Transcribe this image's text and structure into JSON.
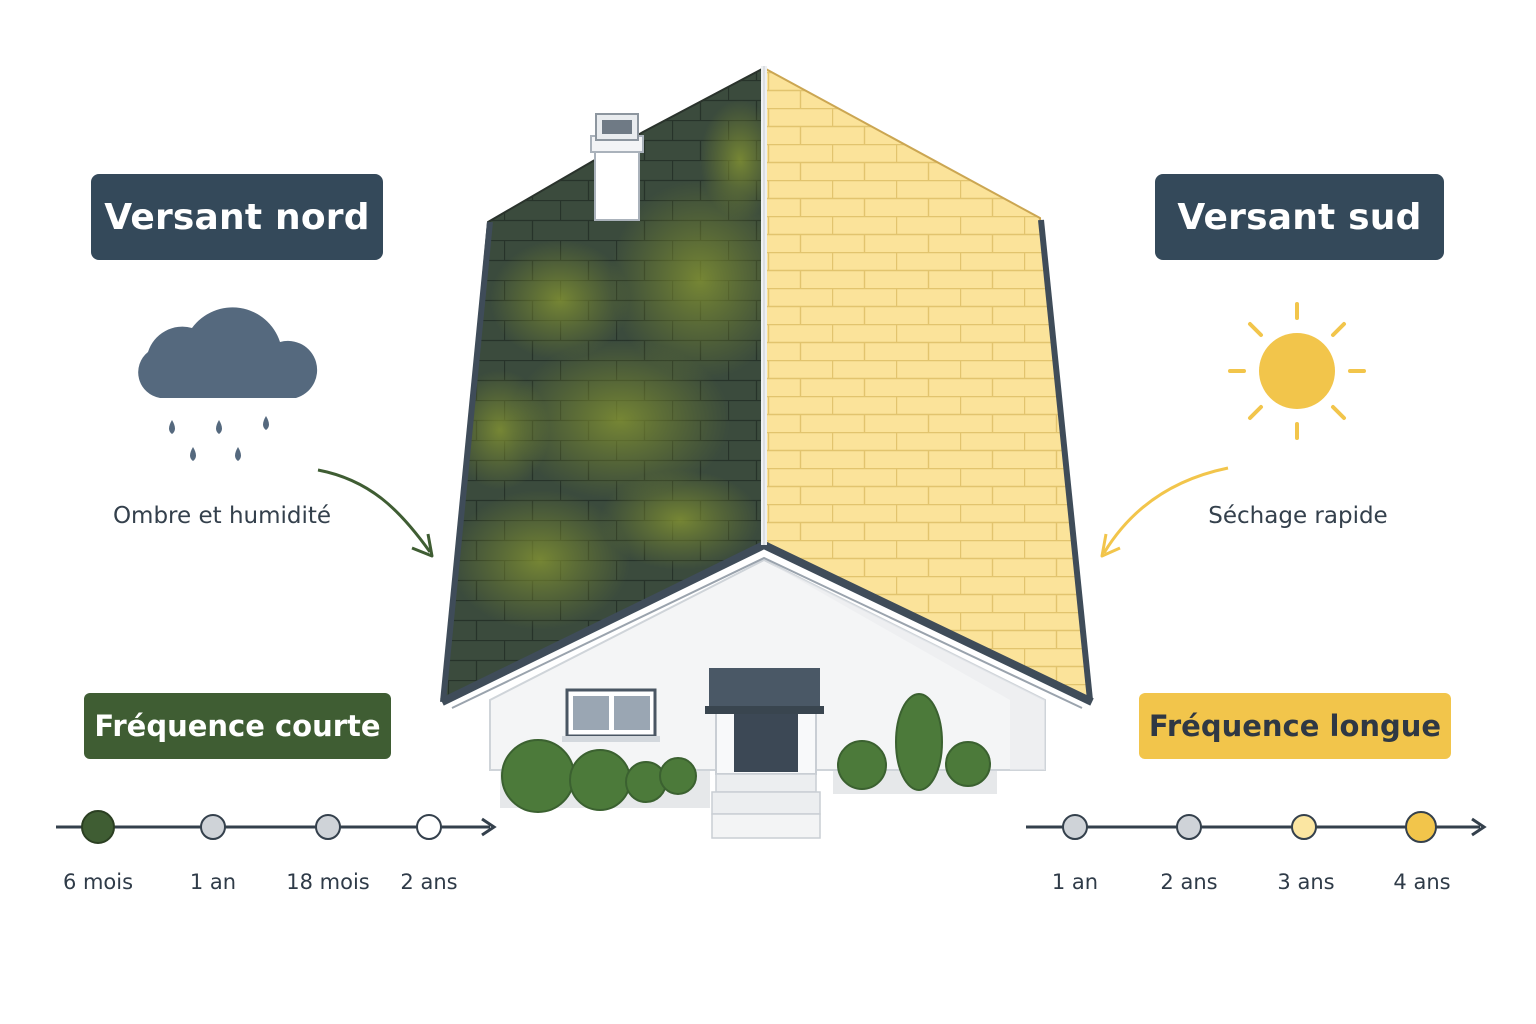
{
  "north": {
    "title": "Versant nord",
    "caption": "Ombre et humidité",
    "frequency_label": "Fréquence courte",
    "timeline": [
      "6 mois",
      "1 an",
      "18 mois",
      "2 ans"
    ],
    "accent": "#3f5d33"
  },
  "south": {
    "title": "Versant sud",
    "caption": "Séchage rapide",
    "frequency_label": "Fréquence longue",
    "timeline": [
      "1 an",
      "2 ans",
      "3 ans",
      "4 ans"
    ],
    "accent": "#f2c54b"
  },
  "icons": {
    "north": "rain-cloud-icon",
    "south": "sun-icon"
  },
  "colors": {
    "badge_dark": "#34495a",
    "moss_roof": "#3a4a3a",
    "clean_roof": "#fbe39a",
    "sun": "#f2c54b",
    "cloud": "#55697e"
  }
}
